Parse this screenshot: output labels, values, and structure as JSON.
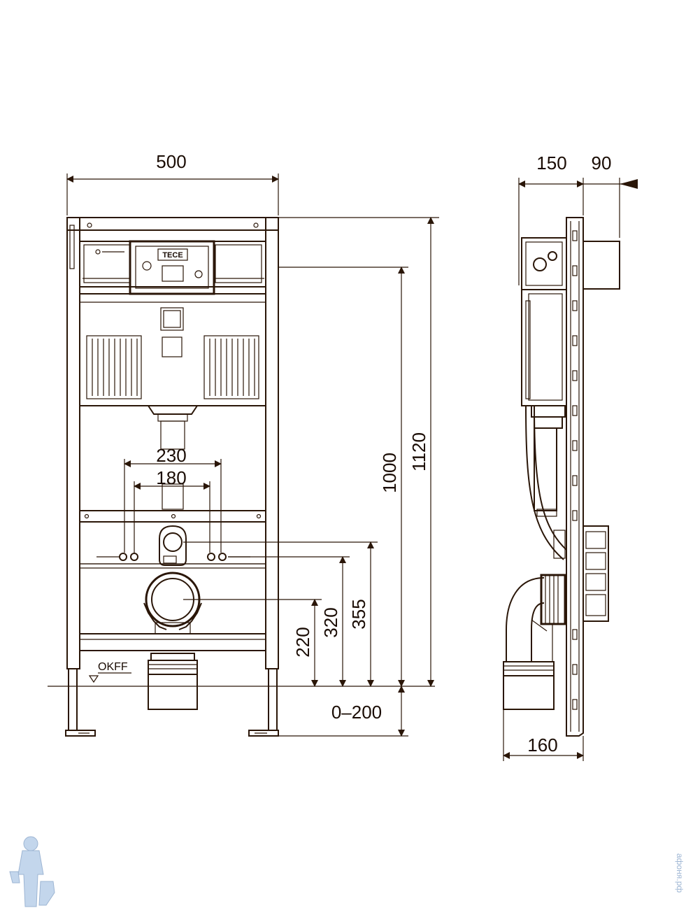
{
  "front_view": {
    "width_dim": "500",
    "dim_230": "230",
    "dim_180": "180",
    "dim_1000": "1000",
    "dim_1120": "1120",
    "dim_220": "220",
    "dim_320": "320",
    "dim_355": "355",
    "dim_0_200": "0–200",
    "floor_label": "OKFF",
    "brand_label": "TECE"
  },
  "side_view": {
    "dim_150": "150",
    "dim_90": "90",
    "dim_160": "160"
  },
  "watermark": {
    "text": "афоня.рф",
    "mascot": "plumber-mascot-icon"
  },
  "colors": {
    "line": "#2a1608",
    "watermark": "#9db5d3"
  }
}
